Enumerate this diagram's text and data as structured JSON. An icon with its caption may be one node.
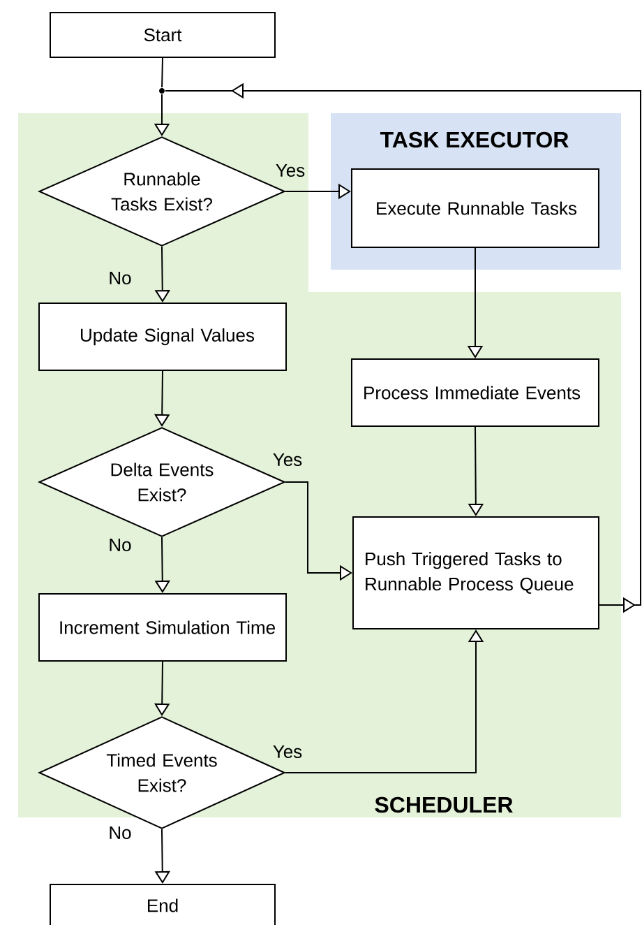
{
  "diagram": {
    "nodes": [
      {
        "text": [
          "Start"
        ]
      },
      {
        "text": [
          "SCHEDULER"
        ]
      },
      {
        "text": [
          "TASK EXECUTOR"
        ]
      },
      {
        "text": [
          "Runnable Tasks Exist?"
        ],
        "in": 1
      },
      {
        "text": [
          "Execute Runnable Tasks"
        ],
        "in": 2
      },
      {
        "text": [
          "Update Signal Values"
        ],
        "in": 1
      },
      {
        "text": [
          "Process Immediate Events"
        ],
        "in": 1
      },
      {
        "text": [
          "Delta Events Exist?"
        ],
        "in": 1
      },
      {
        "text": [
          "Push Triggered Tasks to Runnable Process Queue"
        ],
        "in": 1
      },
      {
        "text": [
          "Increment Simulation Time"
        ],
        "in": 1
      },
      {
        "text": [
          "Timed Events Exist?"
        ]
      },
      {
        "text": [
          "End"
        ]
      },
      {
        "text": [],
        "shape": "circle"
      }
    ],
    "edges": [
      {
        "from": 0,
        "to": 12,
        "arrow": "none"
      },
      {
        "from": 12,
        "to": 3,
        "arrow": "to"
      },
      {
        "from": 3,
        "to": 4,
        "arrow": "to",
        "label": "Yes"
      },
      {
        "from": 3,
        "to": 5,
        "arrow": "to",
        "label": "No"
      },
      {
        "from": 5,
        "to": 7,
        "arrow": "to"
      },
      {
        "from": 4,
        "to": 6,
        "arrow": "to"
      },
      {
        "from": 6,
        "to": 8,
        "arrow": "to"
      },
      {
        "from": 7,
        "to": 8,
        "arrow": "to",
        "label": "Yes"
      },
      {
        "from": 7,
        "to": 9,
        "arrow": "to",
        "label": "No"
      },
      {
        "from": 9,
        "to": 10,
        "arrow": "to"
      },
      {
        "from": 10,
        "to": 8,
        "arrow": "to",
        "label": "Yes"
      },
      {
        "from": 10,
        "to": 11,
        "arrow": "to",
        "label": "No"
      },
      {
        "from": 8,
        "to": 12,
        "arrow": "to"
      }
    ]
  }
}
